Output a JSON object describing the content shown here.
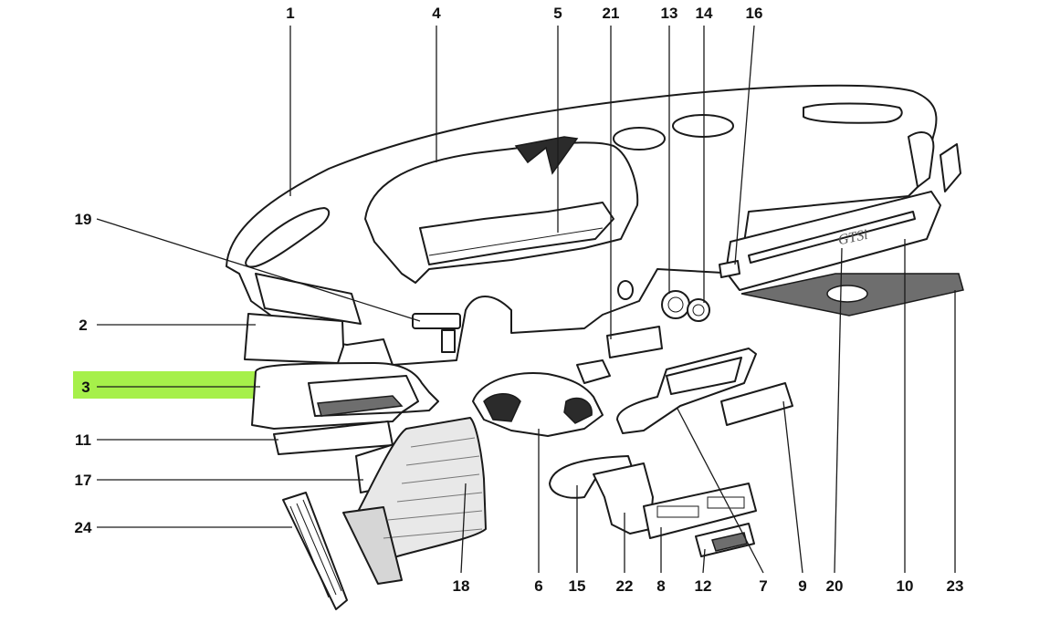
{
  "highlight": {
    "label": "3",
    "color": "#a6f04a"
  },
  "callouts": {
    "top": [
      "1",
      "4",
      "5",
      "21",
      "13",
      "14",
      "16"
    ],
    "left": [
      "19",
      "2",
      "3",
      "11",
      "17",
      "24"
    ],
    "bottom": [
      "18",
      "6",
      "15",
      "22",
      "8",
      "12",
      "7",
      "9",
      "20",
      "10",
      "23"
    ]
  },
  "emblem_text": "GTSi"
}
